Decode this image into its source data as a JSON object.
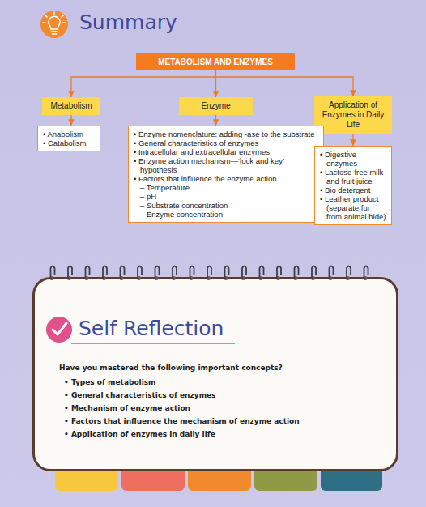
{
  "diagram": {
    "title": "Summary",
    "nodes": [
      {
        "text": [
          "METABOLISM AND ENZYMES"
        ]
      },
      {
        "text": [
          "Metabolism"
        ]
      },
      {
        "text": [
          "Enzyme"
        ]
      },
      {
        "text": [
          "Application of Enzymes in Daily Life"
        ]
      },
      {
        "text": [
          "• Anabolism",
          "• Catabolism"
        ]
      },
      {
        "text": [
          "• Enzyme nomenclature: adding -ase to the substrate",
          "• General characteristics of enzymes",
          "• Intracellular and extracellular enzymes",
          "• Enzyme action mechanism—‘lock and key’ hypothesis",
          "• Factors that influence the enzyme action",
          "– Temperature",
          "– pH",
          "– Substrate concentration",
          "– Enzyme concentration"
        ]
      },
      {
        "text": [
          "• Digestive enzymes",
          "• Lactose-free milk and fruit juice",
          "• Bio detergent",
          "• Leather product (separate fur from animal hide)"
        ]
      },
      {
        "text": [
          "Self Reflection",
          "Have you mastered the following important concepts?",
          "• Types of metabolism",
          "• General characteristics of enzymes",
          "• Mechanism of enzyme action",
          "• Factors that influence the mechanism of enzyme action",
          "• Application of enzymes in daily life"
        ]
      }
    ],
    "edges": [
      {
        "from": 0,
        "to": 1,
        "arrow": "to"
      },
      {
        "from": 0,
        "to": 2,
        "arrow": "to"
      },
      {
        "from": 0,
        "to": 3,
        "arrow": "to"
      },
      {
        "from": 1,
        "to": 4,
        "arrow": "to"
      },
      {
        "from": 2,
        "to": 5,
        "arrow": "to"
      },
      {
        "from": 3,
        "to": 6,
        "arrow": "to"
      }
    ]
  }
}
